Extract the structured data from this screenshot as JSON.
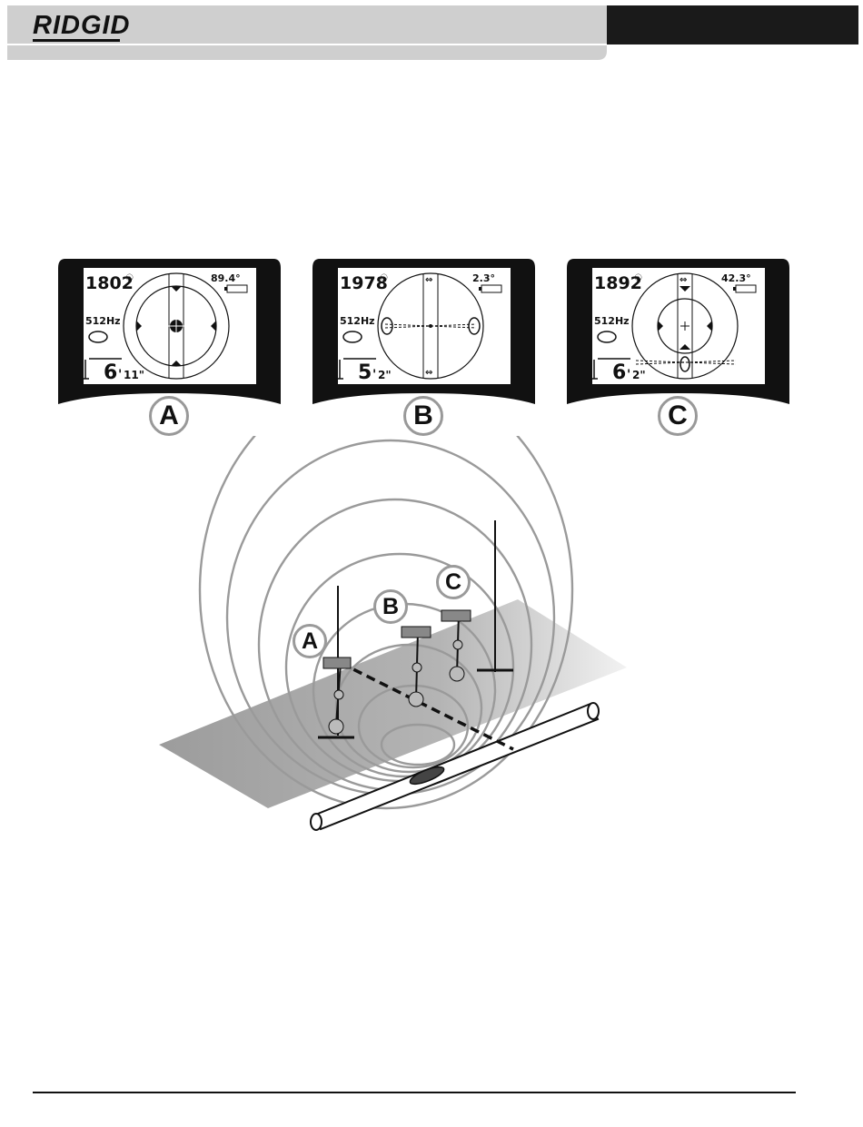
{
  "header": {
    "brand": "RIDGID"
  },
  "screens": [
    {
      "id": "A",
      "signal": "1802",
      "angle": "89.4°",
      "frequency": "512Hz",
      "depth_feet": "6",
      "depth_inches": "11\"",
      "label": "A"
    },
    {
      "id": "B",
      "signal": "1978",
      "angle": "2.3°",
      "frequency": "512Hz",
      "depth_feet": "5",
      "depth_inches": "2\"",
      "label": "B"
    },
    {
      "id": "C",
      "signal": "1892",
      "angle": "42.3°",
      "frequency": "512Hz",
      "depth_feet": "6",
      "depth_inches": "2\"",
      "label": "C"
    }
  ],
  "illustration": {
    "labels": [
      "A",
      "B",
      "C"
    ]
  },
  "colors": {
    "header_gray": "#d0d0d0",
    "header_dark": "#1a1a1a",
    "bezel": "#111111",
    "field_lines": "#9a9a9a",
    "ground": "#a8a8a8"
  }
}
